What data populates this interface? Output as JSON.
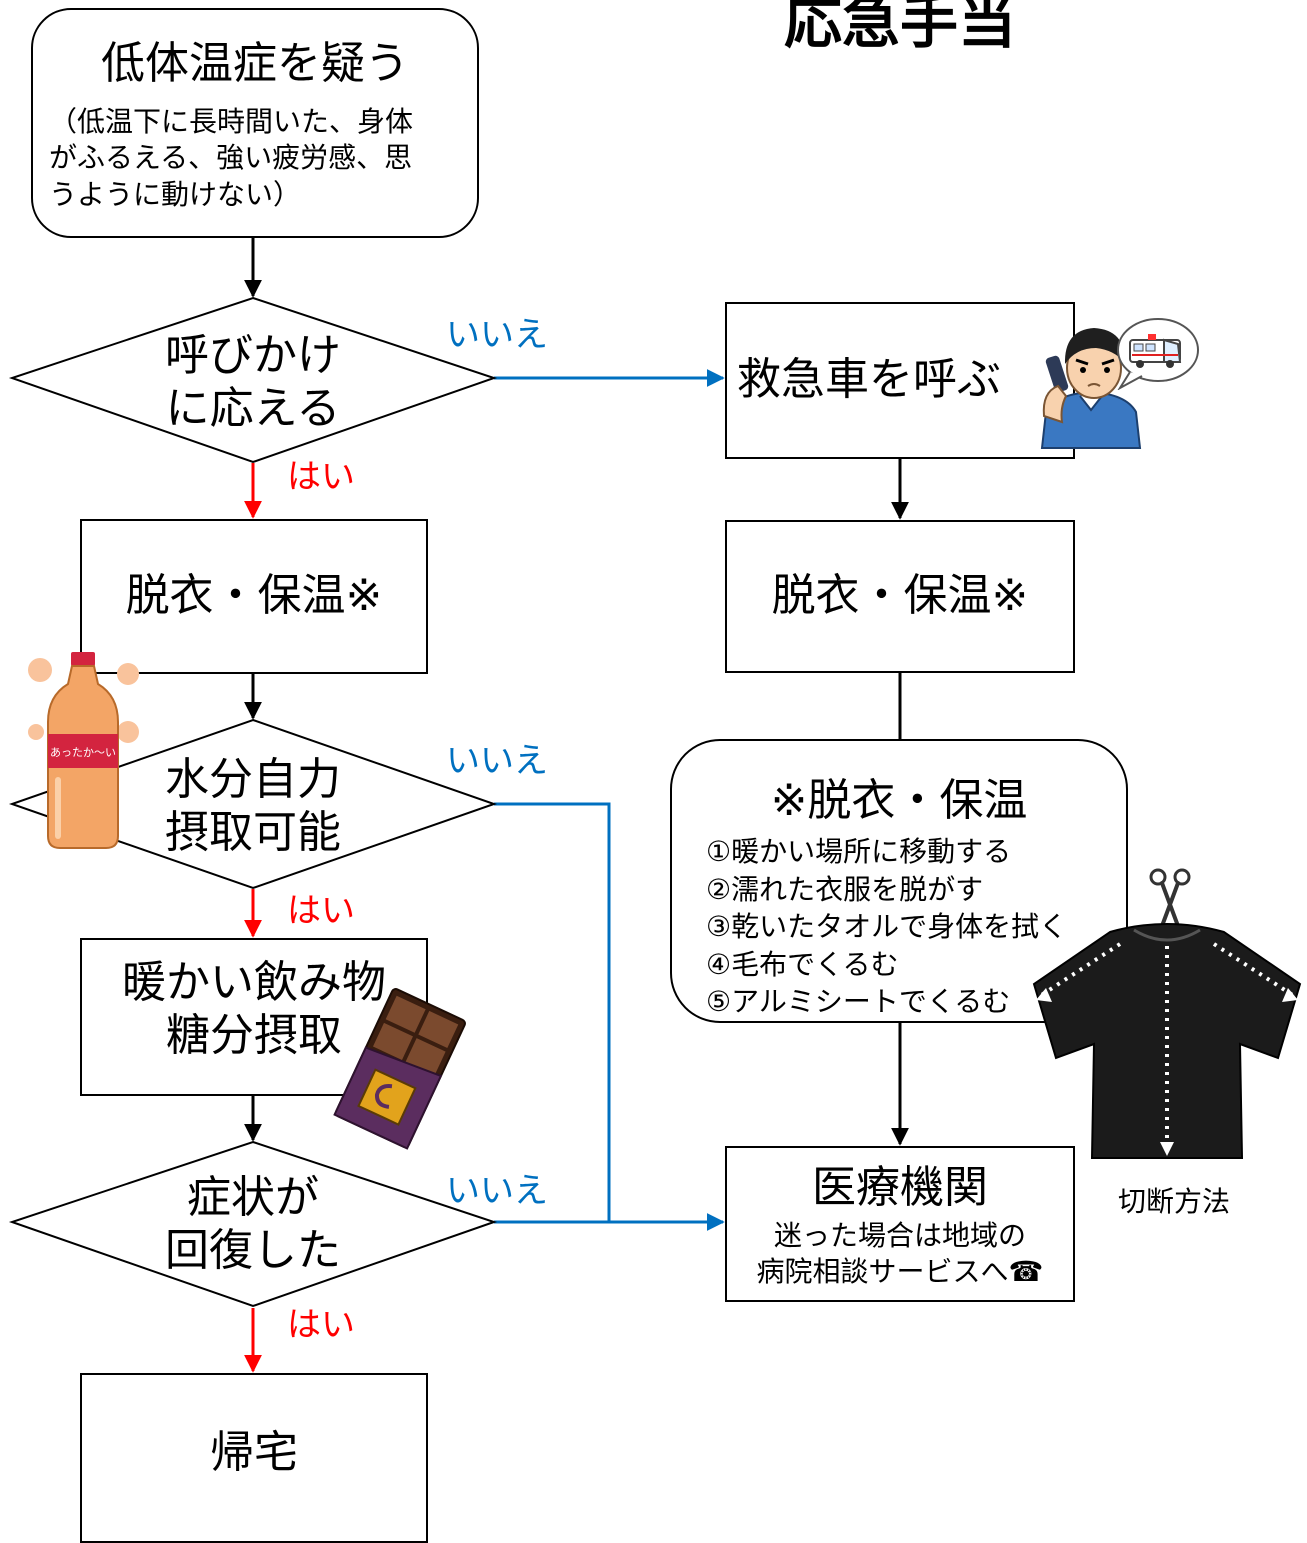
{
  "title": "応急手当",
  "colors": {
    "yes_arrow": "#ff0000",
    "no_arrow": "#0070c0",
    "line": "#000000"
  },
  "nodes": {
    "suspect": {
      "title": "低体温症を疑う",
      "detail": [
        "（低温下に長時間いた、身体",
        "がふるえる、強い疲労感、思",
        "うように動けない）"
      ]
    },
    "respond": [
      "呼びかけ",
      "に応える"
    ],
    "undress_left": "脱衣・保温※",
    "drink_decision": [
      "水分自力",
      "摂取可能"
    ],
    "warm_drink": [
      "暖かい飲み物",
      "糖分摂取"
    ],
    "recover": [
      "症状が",
      "回復した"
    ],
    "go_home": "帰宅",
    "call_ambulance": "救急車を呼ぶ",
    "undress_right": "脱衣・保温※",
    "note": {
      "title": "※脱衣・保温",
      "steps": [
        "①暖かい場所に移動する",
        "②濡れた衣服を脱がす",
        "③乾いたタオルで身体を拭く",
        "④毛布でくるむ",
        "⑤アルミシートでくるむ"
      ]
    },
    "medical": {
      "title": "医療機関",
      "detail": [
        "迷った場合は地域の",
        "病院相談サービスへ☎"
      ]
    }
  },
  "labels": {
    "yes": "はい",
    "no": "いいえ"
  },
  "illustrations": {
    "bottle_label": "あったか〜い",
    "sweater_caption": "切断方法",
    "icons": [
      "phone-caller-icon",
      "ambulance-icon",
      "bottle-icon",
      "chocolate-icon",
      "scissors-icon",
      "sweater-icon"
    ]
  }
}
